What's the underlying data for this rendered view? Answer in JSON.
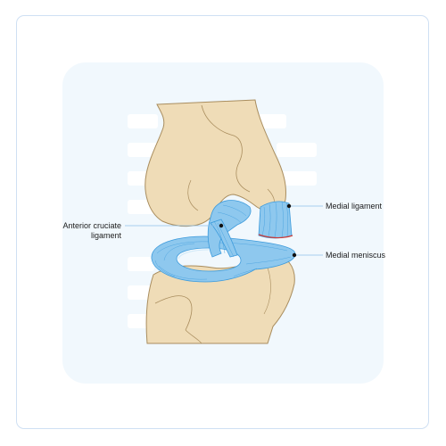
{
  "labels": {
    "anterior_cruciate_ligament": "Anterior cruciate\nligament",
    "medial_ligament": "Medial ligament",
    "medial_meniscus": "Medial meniscus"
  },
  "colors": {
    "bone": "#efdcb7",
    "bone_outline": "#a98d5e",
    "ligament": "#8ec8ee",
    "ligament_dark": "#3d9bdc",
    "ligament_light": "#cfe8f8",
    "meniscus_edge": "#cc3b37",
    "panel": "#f1f8fd",
    "frame_border": "#cfe0f3",
    "leader_line": "#8ec0e8"
  },
  "icons": [
    "knee-joint-illustration"
  ]
}
